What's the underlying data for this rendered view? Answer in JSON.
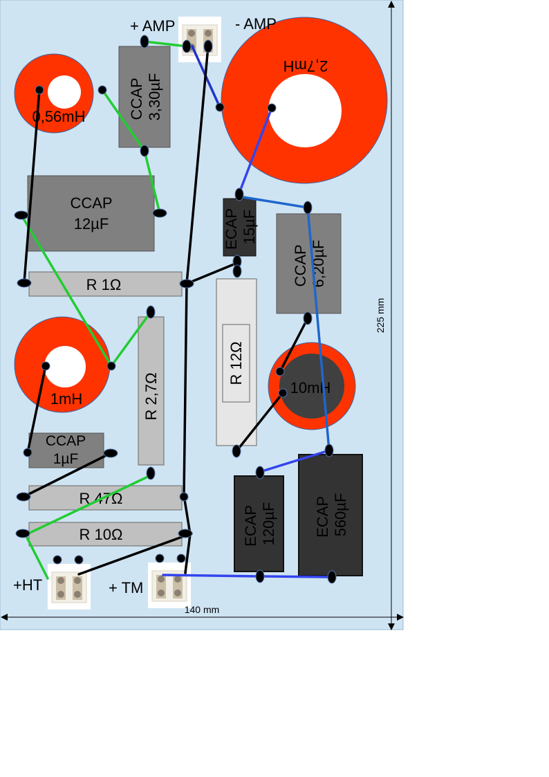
{
  "inductors": {
    "l1": "0,56mH",
    "l2": "2,7mH",
    "l3": "1mH",
    "l4": "10mH"
  },
  "capacitors": {
    "c1_type": "CCAP",
    "c1_value": "3,30µF",
    "c2_type": "CCAP",
    "c2_value": "12µF",
    "c3_type": "ECAP",
    "c3_value": "15µF",
    "c4_type": "CCAP",
    "c4_value": "6,20µF",
    "c5_type": "CCAP",
    "c5_value": "1µF",
    "c6_type": "ECAP",
    "c6_value": "120µF",
    "c7_type": "ECAP",
    "c7_value": "560µF"
  },
  "resistors": {
    "r1": "R 1Ω",
    "r2": "R 2,7Ω",
    "r3": "R 12Ω",
    "r4": "R 47Ω",
    "r5": "R 10Ω"
  },
  "terminals": {
    "amp_plus": "+ AMP",
    "amp_minus": "- AMP",
    "ht_plus": "+HT",
    "tm_plus": "+ TM"
  },
  "dimensions": {
    "width": "140 mm",
    "height": "225 mm"
  },
  "colors": {
    "board": "#cfe4f3",
    "inductor_ring": "#ff3300",
    "ccap": "#808080",
    "ecap": "#333333",
    "resistor": "#c0c0c0",
    "wire_green": "#22cc33",
    "wire_blue": "#2233cc",
    "wire_lightblue": "#1f66cc",
    "wire_black": "#000000"
  }
}
